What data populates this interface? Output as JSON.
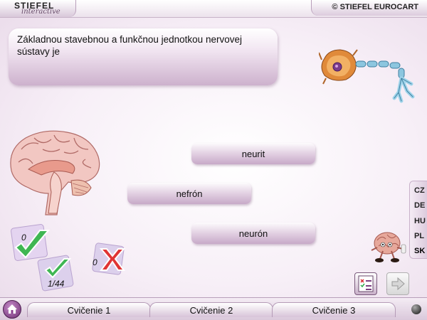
{
  "header": {
    "brand": "STIEFEL",
    "brand_sub": "interactive",
    "copyright": "© STIEFEL EUROCART"
  },
  "question": {
    "text": "Základnou stavebnou a funkčnou jednotkou nervovej sústavy je"
  },
  "answers": [
    {
      "label": "neurit"
    },
    {
      "label": "nefrón"
    },
    {
      "label": "neurón"
    }
  ],
  "score": {
    "correct": "0",
    "wrong": "0",
    "progress": "1/44"
  },
  "languages": [
    "CZ",
    "DE",
    "HU",
    "PL",
    "SK"
  ],
  "selected_language": "SK",
  "tabs": [
    {
      "label": "Cvičenie 1"
    },
    {
      "label": "Cvičenie 2",
      "active": true
    },
    {
      "label": "Cvičenie 3"
    }
  ],
  "icons": {
    "home": "home-icon",
    "next": "arrow-right-icon",
    "results": "results-sheet-icon",
    "correct": "checkmark-icon",
    "wrong": "cross-icon"
  },
  "colors": {
    "accent": "#7b3f80",
    "correct": "#2fa84a",
    "wrong": "#d8262d",
    "panel": "#d9c7da"
  }
}
